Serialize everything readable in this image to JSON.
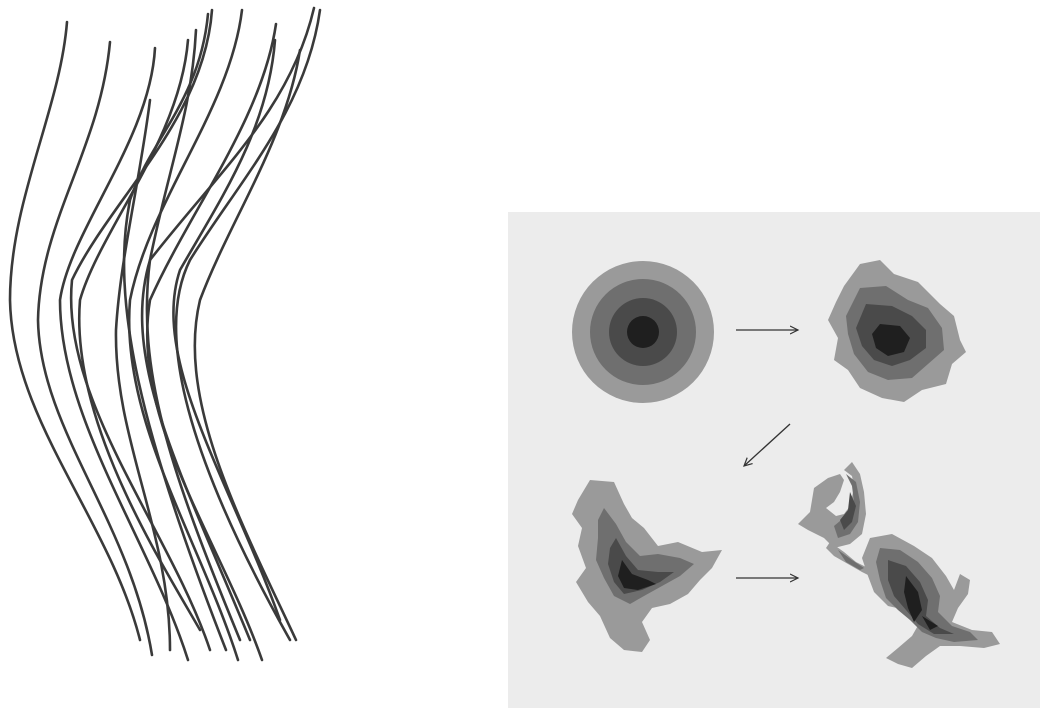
{
  "figure": {
    "left_panel": {
      "name": "wavy-fibers",
      "stroke_color": "#3a3a3a",
      "fiber_count": 14
    },
    "right_panel": {
      "name": "blob-deformation-sequence",
      "background": "#ececec",
      "stages": [
        {
          "name": "stage-1-concentric-circle"
        },
        {
          "name": "stage-2-perturbed-blob"
        },
        {
          "name": "stage-3-stretched-blob"
        },
        {
          "name": "stage-4-fragmented-blob"
        }
      ],
      "arrows": [
        {
          "name": "arrow-stage1-to-stage2",
          "direction": "right"
        },
        {
          "name": "arrow-stage2-to-stage3",
          "direction": "down-left"
        },
        {
          "name": "arrow-stage3-to-stage4",
          "direction": "right"
        }
      ],
      "shade_colors": [
        "#9a9a9a",
        "#6f6f6f",
        "#4a4a4a",
        "#1f1f1f"
      ]
    }
  }
}
